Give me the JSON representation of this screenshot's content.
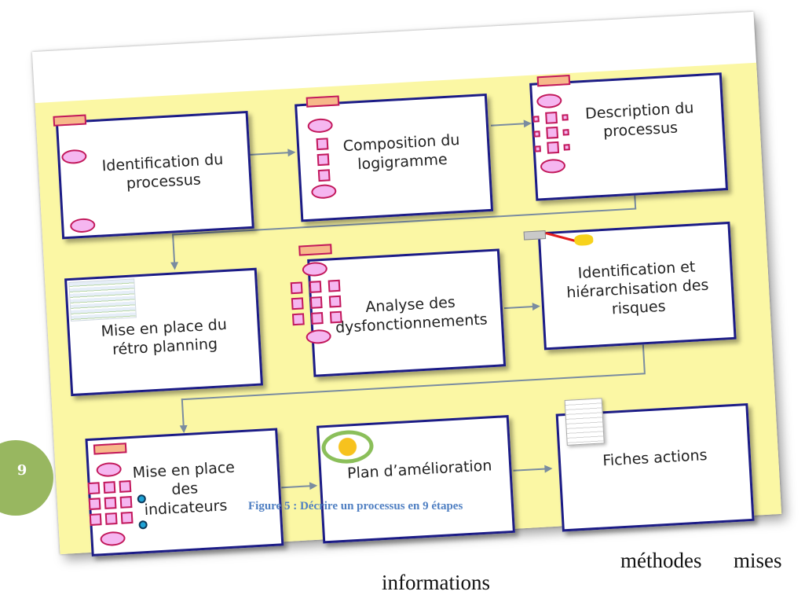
{
  "steps": [
    {
      "label": "Identification du\nprocessus"
    },
    {
      "label": "Composition du\nlogigramme"
    },
    {
      "label": "Description du\nprocessus"
    },
    {
      "label": "Mise en place du\nrétro planning"
    },
    {
      "label": "Analyse des\ndysfonctionnements"
    },
    {
      "label": "Identification et\nhiérarchisation des\nrisques"
    },
    {
      "label": "Mise en place\ndes\nindicateurs"
    },
    {
      "label": "Plan d’amélioration"
    },
    {
      "label": "Fiches actions"
    }
  ],
  "caption": "Figure 5 : Décrire un processus en 9 étapes",
  "page_number": "9",
  "body_text": {
    "left": "informations",
    "right": "méthodes      mises"
  },
  "colors": {
    "slide_bg": "#fbf7a4",
    "box_border": "#1c1c86",
    "shape_fill": "#f5b6f0",
    "shape_border": "#c2185b",
    "caption": "#4f7fc2",
    "badge": "#98b760"
  }
}
